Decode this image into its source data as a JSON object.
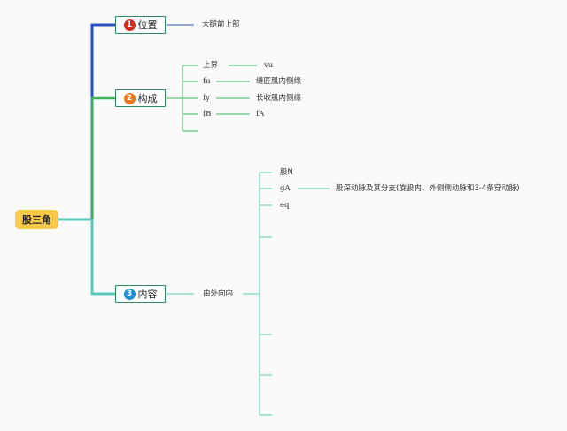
{
  "root": {
    "label": "股三角"
  },
  "colors": {
    "branch1": "#2a52c9",
    "branch2": "#3fb35c",
    "branch3": "#5ac8b8",
    "badge1": "#d32b1e",
    "badge2": "#ec7a1c",
    "badge3": "#1e8fd3",
    "topic_border": "#2e8a5c",
    "root_fill": "#fbc94a"
  },
  "topics": [
    {
      "num": "1",
      "label": "位置"
    },
    {
      "num": "2",
      "label": "构成"
    },
    {
      "num": "3",
      "label": "内容"
    }
  ],
  "position": {
    "text": "大腿前上部"
  },
  "composition": {
    "items": [
      {
        "label": "上界",
        "detail": "vu"
      },
      {
        "label": "fu",
        "detail": "缝匠肌内侧缘"
      },
      {
        "label": "fy",
        "detail": "长收肌内侧缘"
      },
      {
        "label": "fB",
        "detail": "fA"
      },
      {
        "label": "",
        "detail": ""
      }
    ]
  },
  "contents": {
    "order": "由外向内",
    "items": [
      {
        "label": "股N",
        "detail": ""
      },
      {
        "label": "gA",
        "detail": "股深动脉及其分支(旋股内、外侧侧动脉和3-4条穿动脉)"
      },
      {
        "label": "eq",
        "detail": ""
      },
      {
        "label": "",
        "detail": ""
      },
      {
        "label": "",
        "detail": ""
      },
      {
        "label": "",
        "detail": ""
      },
      {
        "label": "",
        "detail": ""
      }
    ]
  }
}
